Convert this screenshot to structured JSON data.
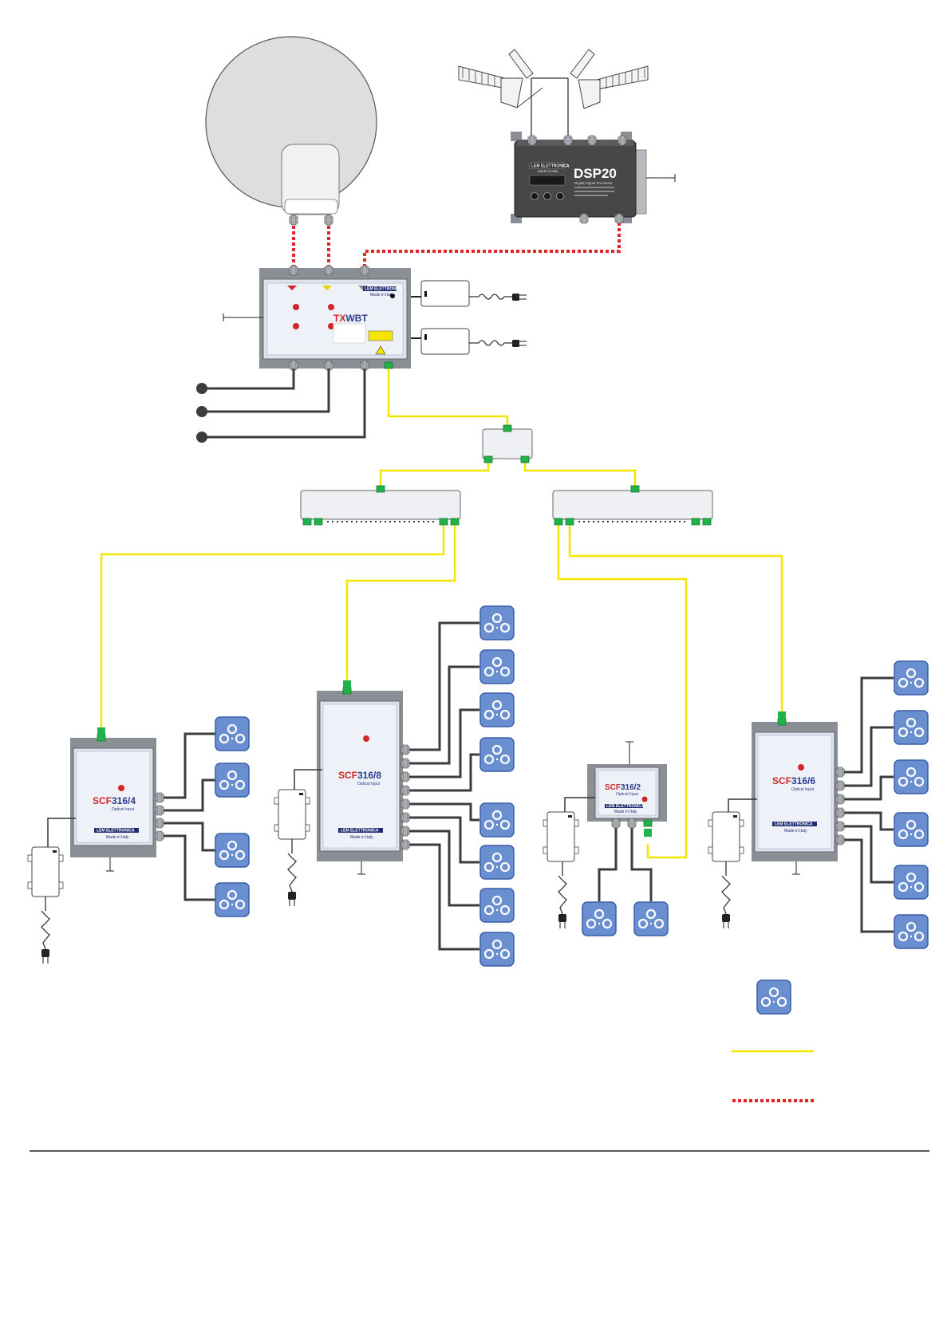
{
  "colors": {
    "optical_fiber": "#f2e600",
    "rf_coax_dashed": "#e0262b",
    "coax": "#3c3c3c",
    "outlet_blue": "#6a8fd0",
    "outlet_border": "#3a5ea8",
    "device_body": "#dde3ee",
    "device_panel": "#eef2f8",
    "bracket_gray": "#8a8f96",
    "connector_green": "#21b24b",
    "processor_dark": "#474747"
  },
  "devices": {
    "processor": {
      "title": "DSP20",
      "subtitle": "Digital Signal Processor",
      "brand": "LEM ELETTRONICA",
      "made_in": "Made in Italy"
    },
    "transmitter": {
      "model_prefix": "TX",
      "model_suffix": "WBT",
      "brand": "LEM ELETTRONICA",
      "made_in": "Made in Italy"
    },
    "scf4": {
      "model_prefix": "SCF",
      "model_suffix": "316/4",
      "subtitle": "Optical Input",
      "brand": "LEM ELETTRONICA",
      "made_in": "Made in Italy"
    },
    "scf8": {
      "model_prefix": "SCF",
      "model_suffix": "316/8",
      "subtitle": "Optical Input",
      "brand": "LEM ELETTRONICA",
      "made_in": "Made in Italy"
    },
    "scf2": {
      "model_prefix": "SCF",
      "model_suffix": "316/2",
      "subtitle": "Optical Input",
      "brand": "LEM ELETTRONICA",
      "made_in": "Made in Italy"
    },
    "scf6": {
      "model_prefix": "SCF",
      "model_suffix": "316/6",
      "subtitle": "Optical Input",
      "brand": "LEM ELETTRONICA",
      "made_in": "Made in Italy"
    }
  },
  "legend": [
    {
      "symbol": "outlet-icon",
      "label": ""
    },
    {
      "symbol": "yellow-line",
      "label": ""
    },
    {
      "symbol": "red-dashed-line",
      "label": ""
    }
  ]
}
